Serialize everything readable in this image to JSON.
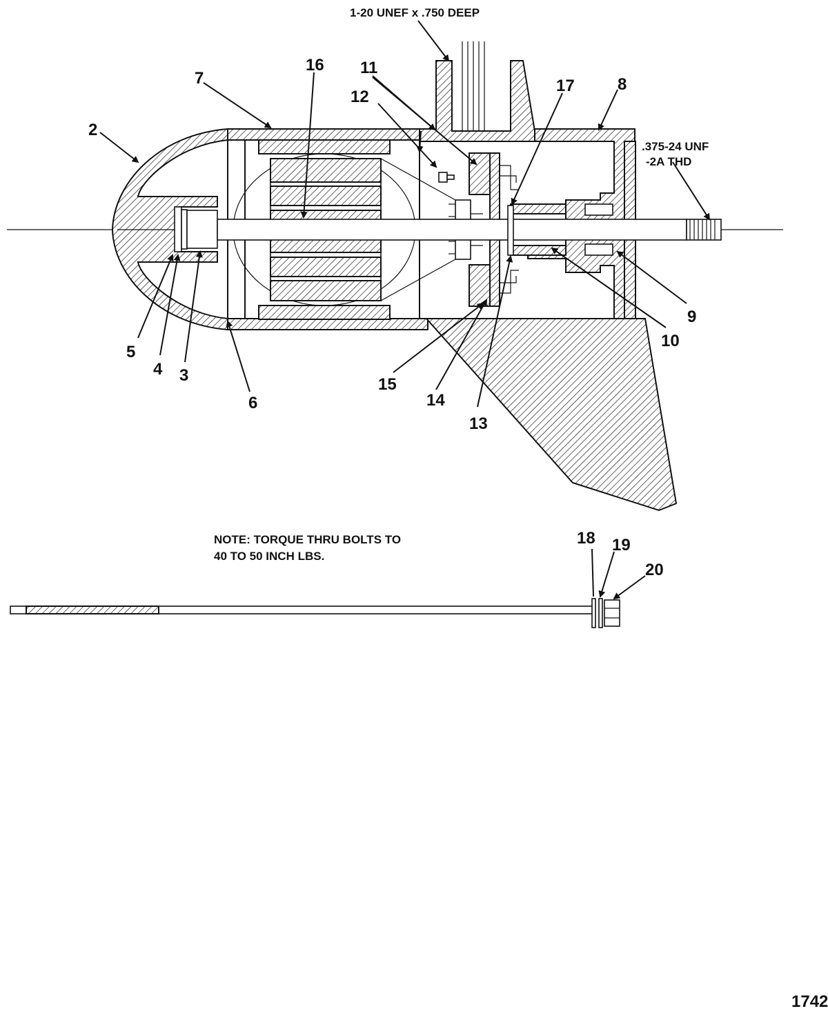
{
  "callouts": {
    "thread_top": "1-20 UNEF x .750 DEEP",
    "thread_shaft_line1": ".375-24 UNF",
    "thread_shaft_line2": "-2A THD",
    "note_line1": "NOTE: TORQUE THRU BOLTS TO",
    "note_line2": "40 TO 50 INCH LBS.",
    "figure_number": "1742"
  },
  "part_labels": {
    "p2": "2",
    "p3": "3",
    "p4": "4",
    "p5": "5",
    "p6": "6",
    "p7": "7",
    "p8": "8",
    "p9": "9",
    "p10": "10",
    "p11": "11",
    "p12": "12",
    "p13": "13",
    "p14": "14",
    "p15": "15",
    "p16": "16",
    "p17": "17",
    "p18": "18",
    "p19": "19",
    "p20": "20"
  }
}
